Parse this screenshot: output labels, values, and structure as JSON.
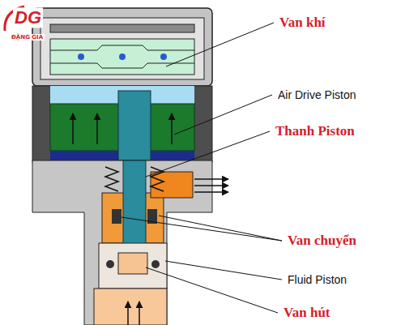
{
  "diagram": {
    "labels": [
      "DG",
      "ĐẶNG GIA",
      "Van khí",
      "Air Drive Piston",
      "Thanh Piston",
      "Van chuyển",
      "Fluid Piston",
      "Van hút"
    ]
  }
}
